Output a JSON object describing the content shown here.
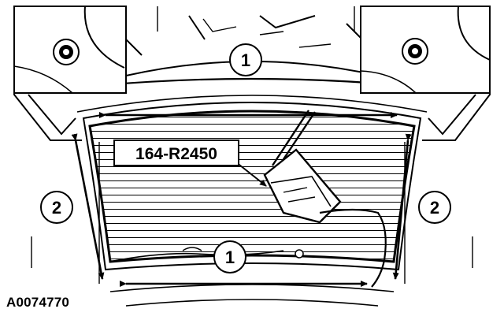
{
  "figure_id": "A0074770",
  "tool_label": "164-R2450",
  "callouts": {
    "top_center": "1",
    "bottom_center": "1",
    "left": "2",
    "right": "2"
  },
  "colors": {
    "ink": "#000000",
    "paper": "#ffffff"
  }
}
